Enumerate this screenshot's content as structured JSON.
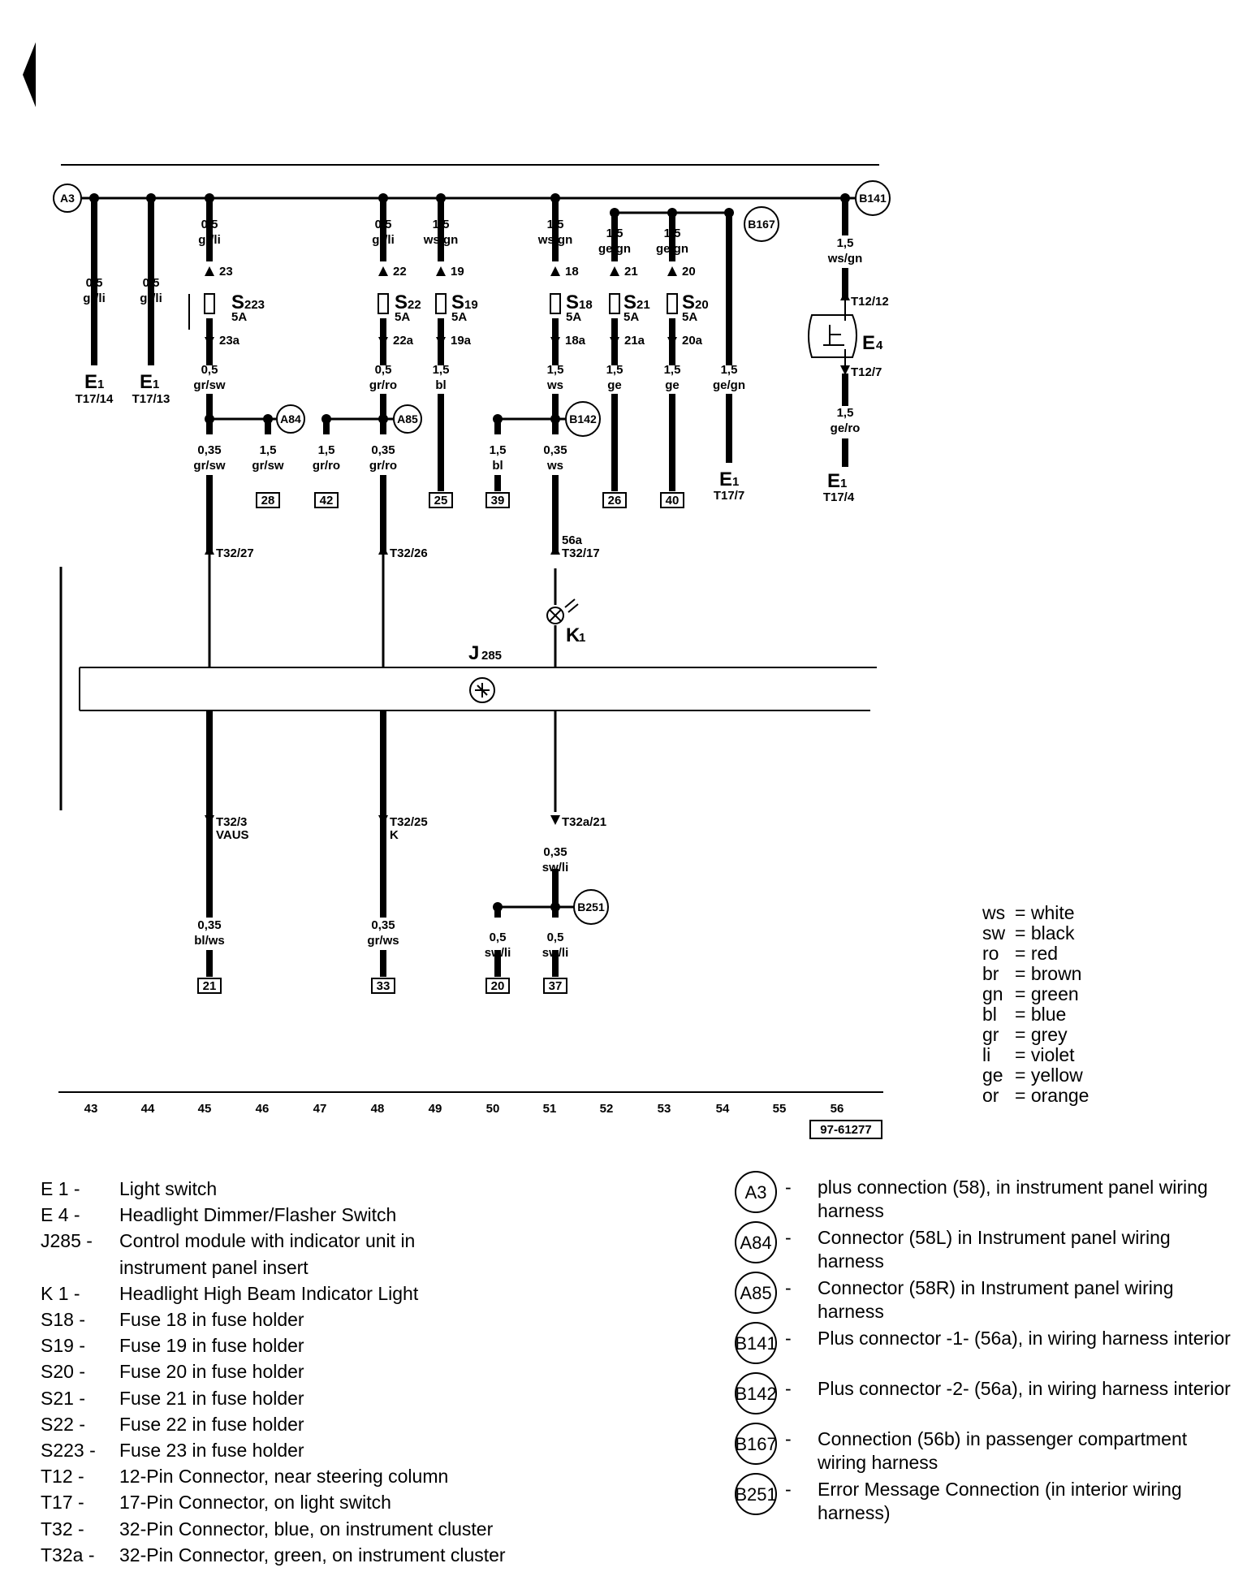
{
  "header": {
    "doc_number": "97-61277"
  },
  "connection_nodes": {
    "A3": "A3",
    "A84": "A84",
    "A85": "A85",
    "B141": "B141",
    "B142": "B142",
    "B167": "B167",
    "B251": "B251"
  },
  "wires": {
    "c44_top": {
      "size": "0,5",
      "color": "gr/li"
    },
    "c45_top": {
      "size": "0,5",
      "color": "gr/li"
    },
    "c45_mid": {
      "size": "0,5",
      "color": "gr/sw"
    },
    "c45_low": {
      "size": "0,35",
      "color": "gr/sw"
    },
    "c45_bot": {
      "size": "0,35",
      "color": "bl/ws"
    },
    "c46_low": {
      "size": "1,5",
      "color": "gr/sw"
    },
    "c47_low": {
      "size": "1,5",
      "color": "gr/ro"
    },
    "c48_top": {
      "size": "0,5",
      "color": "gr/li"
    },
    "c48_mid": {
      "size": "0,5",
      "color": "gr/ro"
    },
    "c48_low": {
      "size": "0,35",
      "color": "gr/ro"
    },
    "c48_bot": {
      "size": "0,35",
      "color": "gr/ws"
    },
    "c49_top": {
      "size": "1,5",
      "color": "ws/gn"
    },
    "c49_mid": {
      "size": "1,5",
      "color": "bl"
    },
    "c50_low": {
      "size": "1,5",
      "color": "bl"
    },
    "c50_bot": {
      "size": "0,5",
      "color": "sw/li"
    },
    "c51_top": {
      "size": "1,5",
      "color": "ws/gn"
    },
    "c51_mid": {
      "size": "1,5",
      "color": "ws"
    },
    "c51_low": {
      "size": "0,35",
      "color": "ws"
    },
    "c51_below": {
      "size": "0,35",
      "color": "sw/li"
    },
    "c51_bot": {
      "size": "0,5",
      "color": "sw/li"
    },
    "c52_top": {
      "size": "1,5",
      "color": "ge/gn"
    },
    "c52_mid": {
      "size": "1,5",
      "color": "ge"
    },
    "c53_top": {
      "size": "1,5",
      "color": "ge/gn"
    },
    "c53_mid": {
      "size": "1,5",
      "color": "ge"
    },
    "c54_mid": {
      "size": "1,5",
      "color": "ge/gn"
    },
    "c55_top": {
      "size": "1,5",
      "color": "ws/gn"
    },
    "c55_low": {
      "size": "1,5",
      "color": "ge/ro"
    },
    "c43_top": {
      "size": "0,5",
      "color": "gr/li"
    }
  },
  "fuses": {
    "S223": {
      "name": "S",
      "sub": "223",
      "amps": "5A",
      "in": "23",
      "out": "23a"
    },
    "S22": {
      "name": "S",
      "sub": "22",
      "amps": "5A",
      "in": "22",
      "out": "22a"
    },
    "S19": {
      "name": "S",
      "sub": "19",
      "amps": "5A",
      "in": "19",
      "out": "19a"
    },
    "S18": {
      "name": "S",
      "sub": "18",
      "amps": "5A",
      "in": "18",
      "out": "18a"
    },
    "S21": {
      "name": "S",
      "sub": "21",
      "amps": "5A",
      "in": "21",
      "out": "21a"
    },
    "S20": {
      "name": "S",
      "sub": "20",
      "amps": "5A",
      "in": "20",
      "out": "20a"
    }
  },
  "components": {
    "E1_a": {
      "name": "E",
      "sub": "1",
      "pin": "T17/14"
    },
    "E1_b": {
      "name": "E",
      "sub": "1",
      "pin": "T17/13"
    },
    "E1_c": {
      "name": "E",
      "sub": "1",
      "pin": "T17/7"
    },
    "E1_d": {
      "name": "E",
      "sub": "1",
      "pin": "T17/4"
    },
    "E4": {
      "name": "E",
      "sub": "4",
      "pin_top": "T12/12",
      "pin_bot": "T12/7"
    },
    "J285": {
      "name": "J",
      "sub": "285"
    },
    "K1": {
      "name": "K",
      "sub": "1"
    }
  },
  "connectors": {
    "c45_top": "T32/27",
    "c48_top": "T32/26",
    "c51_top_a": "56a",
    "c51_top_b": "T32/17",
    "c45_bot_a": "T32/3",
    "c45_bot_b": "VAUS",
    "c48_bot_a": "T32/25",
    "c48_bot_b": "K",
    "c51_bot": "T32a/21"
  },
  "ref_boxes": {
    "b28": "28",
    "b42": "42",
    "b25": "25",
    "b39": "39",
    "b26": "26",
    "b40": "40",
    "b21": "21",
    "b33": "33",
    "b20": "20",
    "b37": "37"
  },
  "tracks": [
    "43",
    "44",
    "45",
    "46",
    "47",
    "48",
    "49",
    "50",
    "51",
    "52",
    "53",
    "54",
    "55",
    "56"
  ],
  "color_key": [
    {
      "abbr": "ws",
      "name": "white"
    },
    {
      "abbr": "sw",
      "name": "black"
    },
    {
      "abbr": "ro",
      "name": "red"
    },
    {
      "abbr": "br",
      "name": "brown"
    },
    {
      "abbr": "gn",
      "name": "green"
    },
    {
      "abbr": "bl",
      "name": "blue"
    },
    {
      "abbr": "gr",
      "name": "grey"
    },
    {
      "abbr": "li",
      "name": "violet"
    },
    {
      "abbr": "ge",
      "name": "yellow"
    },
    {
      "abbr": "or",
      "name": "orange"
    }
  ],
  "legend_components": [
    {
      "code": "E  1 -",
      "desc": "Light switch"
    },
    {
      "code": "E  4 -",
      "desc": "Headlight Dimmer/Flasher Switch"
    },
    {
      "code": "J285 -",
      "desc": "Control module with indicator unit in"
    },
    {
      "code": "",
      "desc": "instrument panel insert"
    },
    {
      "code": "K  1 -",
      "desc": "Headlight High Beam Indicator Light"
    },
    {
      "code": "S18  -",
      "desc": "Fuse 18 in fuse holder"
    },
    {
      "code": "S19  -",
      "desc": "Fuse 19 in fuse holder"
    },
    {
      "code": "S20  -",
      "desc": "Fuse 20 in fuse holder"
    },
    {
      "code": "S21  -",
      "desc": "Fuse 21 in fuse holder"
    },
    {
      "code": "S22  -",
      "desc": "Fuse 22 in fuse holder"
    },
    {
      "code": "S223 -",
      "desc": "Fuse 23 in fuse holder"
    },
    {
      "code": "T12  -",
      "desc": "12-Pin Connector, near steering column"
    },
    {
      "code": "T17  -",
      "desc": "17-Pin Connector, on light switch"
    },
    {
      "code": "T32  -",
      "desc": "32-Pin Connector, blue, on instrument  cluster"
    },
    {
      "code": "T32a -",
      "desc": "32-Pin Connector, green, on instrument cluster"
    }
  ],
  "legend_connections": [
    {
      "id": "A3",
      "desc": "plus connection (58), in instrument panel wiring harness"
    },
    {
      "id": "A84",
      "desc": "Connector (58L) in Instrument panel wiring harness"
    },
    {
      "id": "A85",
      "desc": "Connector (58R) in Instrument panel wiring harness"
    },
    {
      "id": "B141",
      "desc": " Plus connector -1- (56a), in wiring harness interior"
    },
    {
      "id": "B142",
      "desc": " Plus connector -2- (56a), in wiring harness interior"
    },
    {
      "id": "B167",
      "desc": "Connection (56b) in passenger compartment wiring harness"
    },
    {
      "id": "B251",
      "desc": "Error Message Connection (in interior wiring harness)"
    }
  ]
}
